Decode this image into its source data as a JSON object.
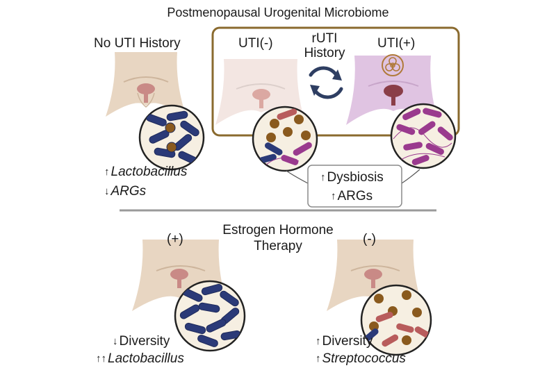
{
  "title": "Postmenopausal Urogenital Microbiome",
  "no_uti": {
    "label": "No UTI History",
    "stats": [
      {
        "arrow": "↑",
        "text": "Lactobacillus",
        "italic": true
      },
      {
        "arrow": "↓",
        "text": "ARGs",
        "italic": true
      }
    ]
  },
  "ruti": {
    "negative_label": "UTI(-)",
    "history_line1": "rUTI",
    "history_line2": "History",
    "positive_label": "UTI(+)",
    "stats": [
      {
        "arrow": "↑",
        "text": "Dysbiosis",
        "italic": false
      },
      {
        "arrow": "↑",
        "text": "ARGs",
        "italic": false
      }
    ]
  },
  "therapy": {
    "title_line1": "Estrogen Hormone",
    "title_line2": "Therapy",
    "plus_label": "(+)",
    "minus_label": "(-)",
    "plus_stats": [
      {
        "arrow": "↓",
        "text": "Diversity",
        "italic": false
      },
      {
        "arrow": "↑↑",
        "text": "Lactobacillus",
        "italic": true
      }
    ],
    "minus_stats": [
      {
        "arrow": "↑",
        "text": "Diversity",
        "italic": false
      },
      {
        "arrow": "↑",
        "text": "Streptococcus",
        "italic": true
      }
    ]
  },
  "colors": {
    "skin": "#e8d6c2",
    "skin_light": "#f3e6e2",
    "skin_infected": "#e0c4e2",
    "bladder": "#c98a86",
    "bladder_infected": "#8a3e48",
    "frame": "#8a6a2e",
    "divider": "#9a9a9a",
    "lactobacillus": "#2b3a78",
    "coccus": "#8a5a1e",
    "streptococcus": "#b85c5c",
    "pathogen": "#9a3a8e",
    "cycle_arrows": "#2e3e62",
    "biohazard": "#b07a3a"
  }
}
